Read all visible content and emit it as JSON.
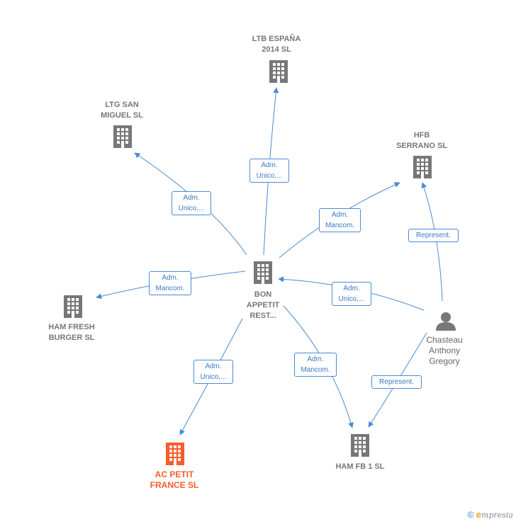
{
  "nodes": {
    "ltb": "LTB ESPAÑA\n2014  SL",
    "ltg": "LTG SAN\nMIGUEL  SL",
    "hfb": "HFB\nSERRANO  SL",
    "bon": "BON\nAPPETIT\nREST...",
    "ham_fresh": "HAM FRESH\nBURGER  SL",
    "chasteau": "Chasteau\nAnthony\nGregory",
    "ac_petit": "AC PETIT\nFRANCE  SL",
    "ham_fb1": "HAM FB 1  SL"
  },
  "edges": {
    "bon_ltb": "Adm.\nUnico,...",
    "bon_ltg": "Adm.\nUnico,...",
    "bon_hfb": "Adm.\nMancom.",
    "bon_hamfresh": "Adm.\nMancom.",
    "chasteau_bon": "Adm.\nUnico,...",
    "bon_acpetit": "Adm.\nUnico,...",
    "bon_hamfb1": "Adm.\nMancom.",
    "chasteau_hfb": "Represent.",
    "chasteau_hamfb1": "Represent."
  },
  "footer": {
    "copyright": "©",
    "brand_e": "e",
    "brand": "mpresia"
  },
  "colors": {
    "edge": "#4a8ad6",
    "building": "#777777",
    "highlight": "#ff5a28"
  }
}
